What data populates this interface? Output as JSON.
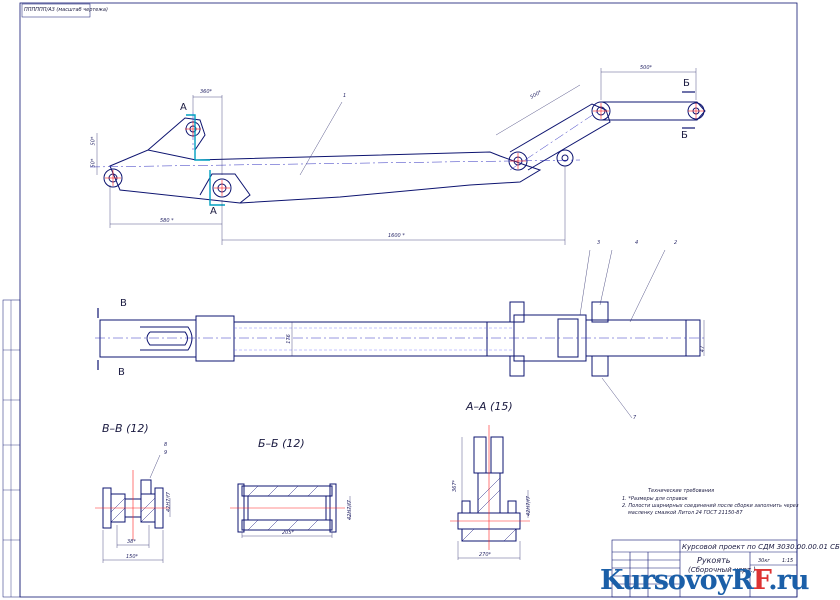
{
  "header_stamp": "ПППППП/А3 (масштаб чертежа)",
  "labels": {
    "A": "A",
    "B": "Б",
    "V": "В",
    "pos1": "1",
    "pos2": "2",
    "pos3": "3",
    "pos4": "4",
    "pos7": "7",
    "pos8": "8",
    "pos9": "9"
  },
  "dims": {
    "d360": "360*",
    "d50a": "50*",
    "d50b": "50*",
    "d580": "580 *",
    "d1600": "1600 *",
    "d500a": "500*",
    "d500b": "500*",
    "d176": "176",
    "d47": "47",
    "d38": "38*",
    "d150": "150*",
    "d42": "42Н7/f7",
    "d205": "205*",
    "d42b": "42Н7/f7",
    "d367": "367*",
    "d270": "270*",
    "d42c": "42Н7/f7"
  },
  "sections": {
    "vv": "В–В (12)",
    "bb": "Б–Б (12)",
    "aa": "А–А (15)"
  },
  "notes": {
    "title": "Технические требования",
    "line1": "1. *Размеры для справок",
    "line2": "2. Полости шарнирных соединений после сборки заполнить через",
    "line3": "масленку смазкой Литол 24 ГОСТ 21150-87"
  },
  "title_block": {
    "doc_code": "Курсовой проект по СДМ 3030.00.00.01 СБ",
    "name_line1": "Рукоять",
    "name_line2": "(Сборочный черт.)",
    "scale": "1:15",
    "mass": "30кг"
  },
  "watermark": {
    "main": "KursovoyR",
    "accent": "F",
    "tail": ".ru"
  },
  "colors": {
    "line": "#0d1470",
    "axis": "#ff2020",
    "hidden": "#6a6aff",
    "hatch": "#2a2a8a"
  }
}
